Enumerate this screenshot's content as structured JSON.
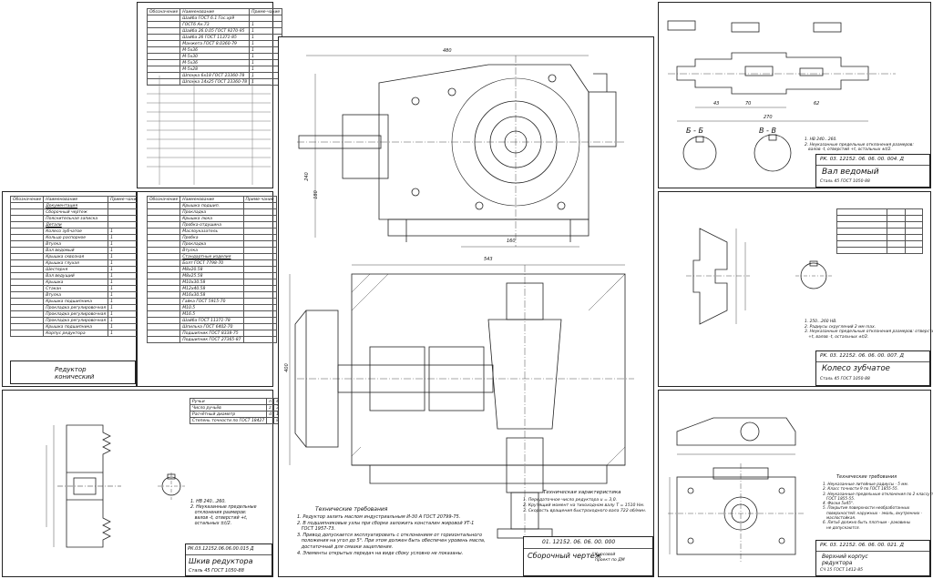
{
  "sheets": {
    "spec_top": {
      "header": [
        "Обозначение",
        "Наименование",
        "Приме-чание"
      ],
      "rows": [
        [
          "",
          "Шайба ГОСТ 6.1 Гос.хр9",
          ""
        ],
        [
          "",
          "ГОСТ6 Ан.73",
          "1"
        ],
        [
          "",
          "Шайба 26.0.05 ГОСТ 9270-95",
          "1"
        ],
        [
          "",
          "Шайба 26 ГОСТ 11371-85",
          "1"
        ],
        [
          "",
          "Манжета ГОСТ 8.0360-79",
          "1"
        ],
        [
          "",
          "М-5х36",
          "1"
        ],
        [
          "",
          "М-5х30",
          "1"
        ],
        [
          "",
          "М-5х36",
          "1"
        ],
        [
          "",
          "М-5х28",
          "1"
        ],
        [
          "",
          "Шпонка 6х18 ГОСТ 23360-78",
          "1"
        ],
        [
          "",
          "Шпонка 14х25 ГОСТ 23360-78",
          "1"
        ]
      ]
    },
    "spec_bottom": {
      "header": [
        "Обозначение",
        "Наименование",
        "Приме-чание"
      ],
      "rows": [
        [
          "",
          "Документация",
          ""
        ],
        [
          "",
          "Сборочный чертеж",
          ""
        ],
        [
          "",
          "Пояснительная записка",
          ""
        ],
        [
          "",
          "Детали",
          ""
        ],
        [
          "",
          "Колесо зубчатое",
          "1"
        ],
        [
          "",
          "Кольцо распорное",
          "1"
        ],
        [
          "",
          "Втулка",
          "1"
        ],
        [
          "",
          "Вал ведомый",
          "1"
        ],
        [
          "",
          "Крышка сквозная",
          "1"
        ],
        [
          "",
          "Крышка глухая",
          "1"
        ],
        [
          "",
          "Шестерня",
          "1"
        ],
        [
          "",
          "Вал ведущий",
          "1"
        ],
        [
          "",
          "Крышка",
          "1"
        ],
        [
          "",
          "Стакан",
          "1"
        ],
        [
          "",
          "Втулка",
          "1"
        ],
        [
          "",
          "Крышка подшипника",
          "1"
        ],
        [
          "",
          "Прокладка регулировочная",
          "1"
        ],
        [
          "",
          "Прокладка регулировочная",
          "1"
        ],
        [
          "",
          "Прокладка регулировочная",
          "1"
        ],
        [
          "",
          "Крышка подшипника",
          "1"
        ],
        [
          "",
          "Корпус редуктора",
          "1"
        ]
      ],
      "title": "Редуктор конический"
    },
    "spec_mid": {
      "header": [
        "Обозначение",
        "Наименование",
        "Приме-чание"
      ],
      "rows": [
        [
          "",
          "Крышка подшип.",
          ""
        ],
        [
          "",
          "Прокладка",
          ""
        ],
        [
          "",
          "Крышка люка",
          ""
        ],
        [
          "",
          "Пробка-отдушина",
          ""
        ],
        [
          "",
          "Маслоуказатель",
          ""
        ],
        [
          "",
          "Пробка",
          ""
        ],
        [
          "",
          "Прокладка",
          ""
        ],
        [
          "",
          "Втулка",
          ""
        ],
        [
          "",
          "Стандартные изделия",
          ""
        ],
        [
          "",
          "Болт ГОСТ 7798-70",
          ""
        ],
        [
          "",
          "М8х20.58",
          ""
        ],
        [
          "",
          "М8х25.58",
          ""
        ],
        [
          "",
          "М10х30.58",
          ""
        ],
        [
          "",
          "М12х40.58",
          ""
        ],
        [
          "",
          "М16х30.58",
          ""
        ],
        [
          "",
          "Гайка ГОСТ 5915-70",
          ""
        ],
        [
          "",
          "М10.5",
          ""
        ],
        [
          "",
          "М16.5",
          ""
        ],
        [
          "",
          "Шайба ГОСТ 11371-78",
          ""
        ],
        [
          "",
          "Шпилька ГОСТ 6402-70",
          ""
        ],
        [
          "",
          "Подшипник ГОСТ 8338-75",
          ""
        ],
        [
          "",
          "Подшипник ГОСТ 27365-87",
          ""
        ]
      ]
    }
  },
  "drawings": {
    "pulley": {
      "stamp_code": "РК.03.12152.06.06.00.015 Д",
      "title": "Шкив редуктора",
      "material": "Сталь 45 ГОСТ 1050-88",
      "params_header": [
        "Ручьи",
        "n",
        "4"
      ],
      "params": [
        [
          "Число ручьёв",
          "z",
          "3"
        ],
        [
          "Расчётный диаметр",
          "d",
          "160"
        ],
        [
          "Степень точности по ГОСТ 18427",
          "",
          "8"
        ]
      ],
      "notes": "1. НВ 240...260.\n2. Неуказанные предельные\n   отклонения размеров:\n   валов -t, отверстий +t,\n   остальных ±t/2."
    },
    "assembly": {
      "stamp_code": "01. 12152. 06. 06. 00. 000",
      "title": "Сборочный чертёж",
      "subtitle": "Курсовой проект по ДМ",
      "tech_req_title": "Технические требования",
      "tech_req": "1. Редуктор залить маслом индустриальным И-30 А ГОСТ 20799-75.\n2. В подшипниковые узлы при сборке заложить консталин жировой УТ-1\n   ГОСТ 1957-73.\n3. Привод допускается эксплуатировать с отклонением от горизонтального\n   положения на угол до 5°. При этом должен быть обеспечен уровень масла,\n   достаточный для смазки зацепления.\n4. Элементы открытых передач на виде сбоку условно не показаны.",
      "tech_char_title": "Техническая характеристика",
      "tech_char": "1. Передаточное число редуктора u = 3,0.\n2. Крутящий момент на тихоходном валу T = 1510 Нм.\n3. Скорость вращения быстроходного вала 722 об/мин.",
      "dims": [
        "240",
        "180",
        "543",
        "160",
        "480",
        "400"
      ]
    },
    "shaft": {
      "stamp_code": "РК. 03. 12152. 06. 06. 00. 004. Д",
      "title": "Вал ведомый",
      "material": "Сталь 45 ГОСТ 1050-88",
      "section_bb": "Б - Б",
      "section_vv": "В - В",
      "notes": "1. НВ 240...260.\n2. Неуказанные предельные отклонения размеров:\n   валов -t, отверстий +t, остальных ±t/2.",
      "dims": [
        "270",
        "70",
        "43",
        "62"
      ]
    },
    "gear": {
      "stamp_code": "РК. 03. 12152. 06. 06. 00. 007. Д",
      "title": "Колесо зубчатое",
      "material": "Сталь 45 ГОСТ 1050-88",
      "notes": "1. 250...260 НВ.\n2. Радиусы скруглений 2 мм max.\n3. Неуказанные предельные отклонения размеров: отверстий\n   +t, валов -t, остальных ±t/2."
    },
    "housing": {
      "stamp_code": "РК. 03. 12152. 06. 06. 00. 021. Д",
      "title": "Верхний корпус редуктора",
      "material": "СЧ 15 ГОСТ 1412-85",
      "notes_title": "Технические требования",
      "notes": "1. Неуказанные литейные радиусы - 5 мм.\n2. Класс точности 9 по ГОСТ 1855-55.\n3. Неуказанные предельные отклонения по 2 классу точности\n   ГОСТ 1855-55.\n4. Фаски 5х45°.\n5. Покрытие поверхности необработанных\n   поверхностей: наружных - эмаль, внутренних -\n   маслостойкая.\n6. Литьё должно быть плотным - раковины\n   не допускаются."
    }
  },
  "colors": {
    "line": "#222222",
    "paper": "#ffffff",
    "thin": "#555555"
  }
}
